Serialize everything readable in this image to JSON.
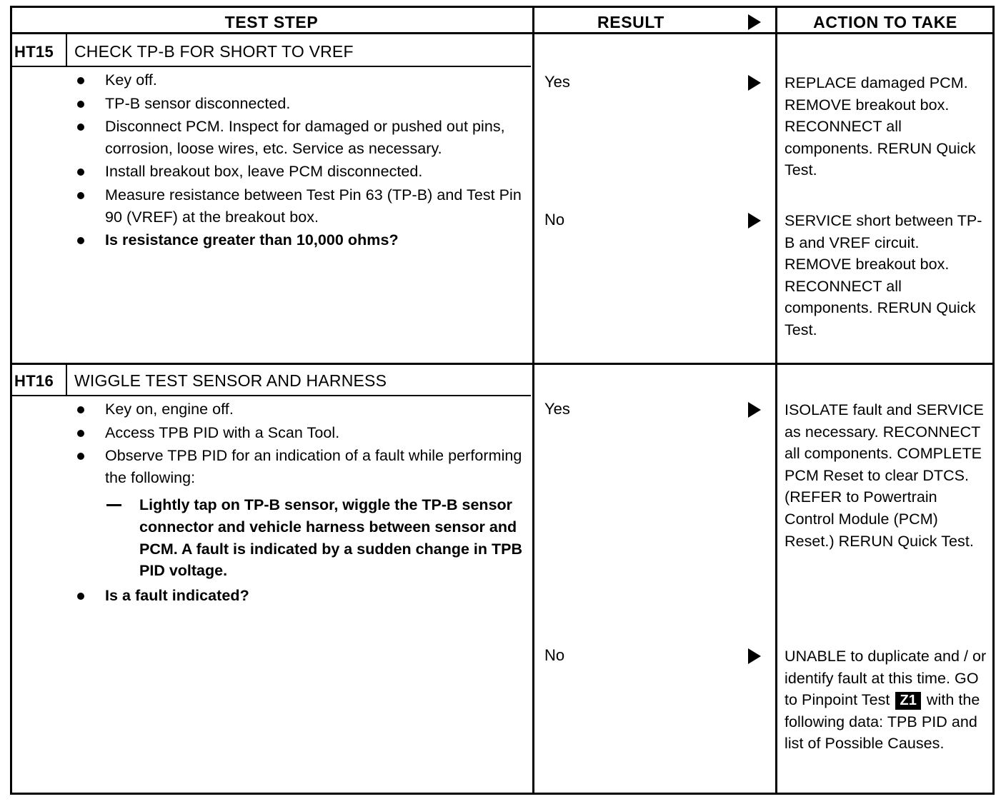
{
  "table": {
    "headers": {
      "test_step": "TEST STEP",
      "result": "RESULT",
      "action": "ACTION TO TAKE",
      "result_marker_icon": "right-triangle-icon"
    },
    "sections": [
      {
        "code": "HT15",
        "title": "CHECK TP-B FOR SHORT TO VREF",
        "steps": [
          {
            "text": "Key off.",
            "bold": false
          },
          {
            "text": "TP-B sensor disconnected.",
            "bold": false
          },
          {
            "text": "Disconnect PCM. Inspect for damaged or pushed out pins, corrosion, loose wires, etc. Service as necessary.",
            "bold": false
          },
          {
            "text": "Install breakout box, leave PCM disconnected.",
            "bold": false
          },
          {
            "text": "Measure resistance between Test Pin 63 (TP-B) and Test Pin 90 (VREF) at the breakout box.",
            "bold": false
          },
          {
            "text": "Is resistance greater than 10,000 ohms?",
            "bold": true
          }
        ],
        "results": [
          {
            "label": "Yes",
            "action": "REPLACE damaged PCM. REMOVE breakout box. RECONNECT all components. RERUN Quick Test."
          },
          {
            "label": "No",
            "action": "SERVICE short between TP-B and VREF circuit. REMOVE breakout box. RECONNECT all components. RERUN Quick Test."
          }
        ]
      },
      {
        "code": "HT16",
        "title": "WIGGLE TEST SENSOR AND HARNESS",
        "steps": [
          {
            "text": "Key on, engine off.",
            "bold": false
          },
          {
            "text": "Access TPB PID with a Scan Tool.",
            "bold": false
          },
          {
            "text": "Observe TPB PID for an indication of a fault while performing the following:",
            "bold": false
          }
        ],
        "substep": {
          "marker": "em-dash",
          "text": "Lightly tap on TP-B sensor, wiggle the TP-B sensor connector and vehicle harness between sensor and PCM. A fault is indicated by a sudden change in TPB PID voltage."
        },
        "final_step": {
          "text": "Is a fault indicated?",
          "bold": true
        },
        "results": [
          {
            "label": "Yes",
            "action": "ISOLATE fault and SERVICE as necessary. RECONNECT all components. COMPLETE PCM Reset to clear DTCS. (REFER to Powertrain Control Module (PCM) Reset.) RERUN Quick Test."
          },
          {
            "label": "No",
            "action_before": "UNABLE to duplicate and / or identify fault at this time. GO to Pinpoint Test ",
            "action_ref": "Z1",
            "action_after": " with the following data: TPB PID and list of Possible Causes."
          }
        ]
      }
    ]
  },
  "colors": {
    "ink": "#000000",
    "paper": "#ffffff"
  }
}
